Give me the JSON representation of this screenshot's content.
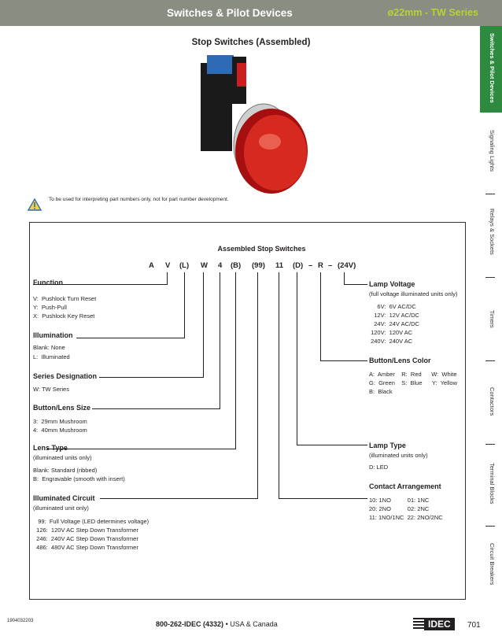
{
  "header": {
    "section": "Switches & Pilot Devices",
    "series": "ø22mm - TW Series"
  },
  "title": "Stop Switches (Assembled)",
  "note": "To be used for interpreting part numbers only, not for part number development.",
  "diagram_title": "Assembled Stop Switches",
  "part_code": [
    "A",
    "V",
    "(L)",
    "W",
    "4",
    "(B)",
    "(99)",
    "11",
    "(D)",
    "–",
    "R",
    "–",
    "(24V)"
  ],
  "function": {
    "heading": "Function",
    "lines": [
      "V:  Pushlock Turn Reset",
      "Y:  Push-Pull",
      "X:  Pushlock Key Reset"
    ]
  },
  "illumination": {
    "heading": "Illumination",
    "lines": [
      "Blank: None",
      "L:  Illuminated"
    ]
  },
  "series": {
    "heading": "Series Designation",
    "lines": [
      "W: TW Series"
    ]
  },
  "button_size": {
    "heading": "Button/Lens Size",
    "lines": [
      "3:  29mm Mushroom",
      "4:  40mm Mushroom"
    ]
  },
  "lens_type": {
    "heading": "Lens Type",
    "sub": "(illuminated units only)",
    "lines": [
      "Blank: Standard (ribbed)",
      "B:  Engravable (smooth with insert)"
    ]
  },
  "illum_circuit": {
    "heading": "Illuminated Circuit",
    "sub": "(illuminated unit only)",
    "lines": [
      "   99:  Full Voltage (LED determines voltage)",
      "  126:  120V AC Step Down Transformer",
      "  246:  240V AC Step Down Transformer",
      "  486:  480V AC Step Down Transformer"
    ]
  },
  "lamp_voltage": {
    "heading": "Lamp Voltage",
    "sub": "(full voltage illuminated units only)",
    "lines": [
      "     6V:  6V AC/DC",
      "   12V:  12V AC/DC",
      "   24V:  24V AC/DC",
      " 120V:  120V AC",
      " 240V:  240V AC"
    ]
  },
  "lens_color": {
    "heading": "Button/Lens Color",
    "lines": [
      "A:  Amber    R:  Red      W:  White",
      "G:  Green    S:  Blue      Y:  Yellow",
      "B:  Black"
    ]
  },
  "lamp_type": {
    "heading": "Lamp Type",
    "sub": "(illuminated units only)",
    "lines": [
      "D: LED"
    ]
  },
  "contact": {
    "heading": "Contact Arrangement",
    "lines": [
      "10: 1NO          01: 1NC",
      "20: 2NO          02: 2NC",
      "11: 1NO/1NC  22: 2NO/2NC"
    ]
  },
  "sidebar": [
    "Switches & Pilot Devices",
    "Signaling Lights",
    "Relays & Sockets",
    "Timers",
    "Contactors",
    "Terminal Blocks",
    "Circuit Breakers"
  ],
  "footer": {
    "doc_code": "1904032203",
    "phone": "800-262-IDEC (4332)",
    "bullet": "•",
    "region": "USA & Canada",
    "logo": "IDEC",
    "page": "701"
  },
  "colors": {
    "header_bar": "#8a8d82",
    "series_text": "#b5d334",
    "active_tab": "#2e8a3f",
    "button_red": "#c8201e",
    "block_blue": "#2f6bb5"
  }
}
